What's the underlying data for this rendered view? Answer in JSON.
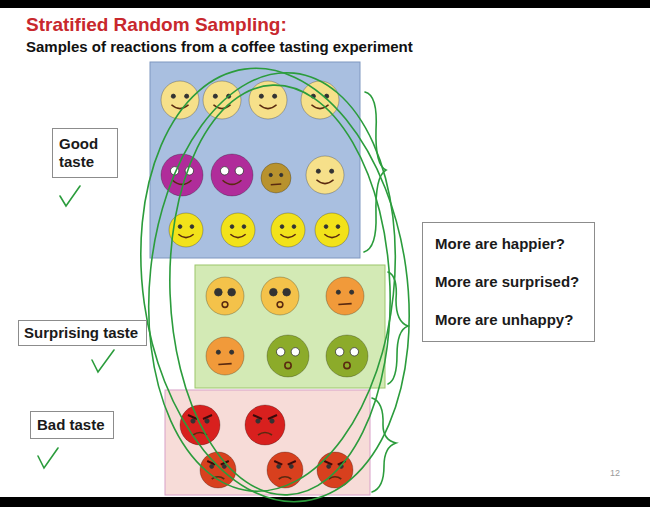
{
  "diagram": {
    "title": "Stratified Random Sampling:",
    "nodes": [
      {
        "text": [
          "Good taste"
        ]
      },
      {
        "text": [
          "Surprising taste"
        ]
      },
      {
        "text": [
          "Bad taste"
        ]
      },
      {
        "text": [
          "More are happier?",
          "More are surprised?",
          "More are unhappy?"
        ]
      }
    ],
    "labels": [
      "Samples of reactions from a coffee tasting experiment",
      "12"
    ]
  }
}
